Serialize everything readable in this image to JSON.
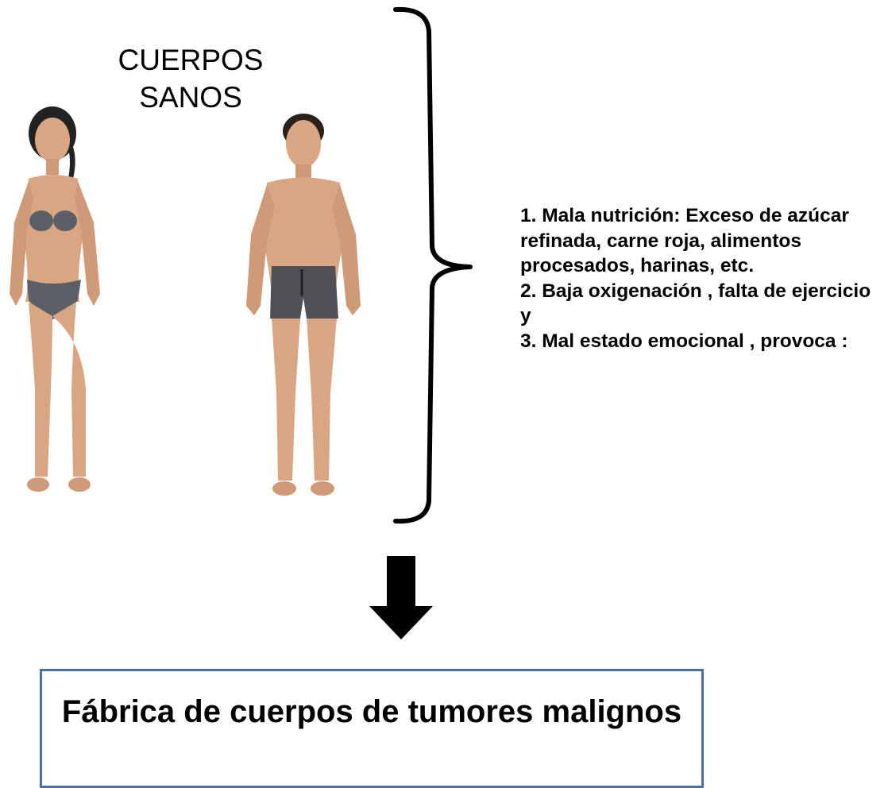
{
  "header": {
    "title": "CUERPOS\nSANOS"
  },
  "figures": [
    {
      "name": "woman-figure",
      "description": "female-body-illustration"
    },
    {
      "name": "man-figure",
      "description": "male-body-illustration"
    }
  ],
  "causes": {
    "lines": [
      "1. Mala nutrición: Exceso de azúcar refinada, carne roja, alimentos procesados, harinas, etc.",
      "2. Baja oxigenación , falta de ejercicio y",
      "3. Mal estado emocional , provoca :"
    ]
  },
  "result": {
    "text": "Fábrica de cuerpos de tumores malignos"
  },
  "colors": {
    "box_border": "#4a6fa5",
    "skin": "#d9a684",
    "garment": "#5c5f66"
  },
  "icons": {
    "arrow": "down-arrow-icon",
    "brace": "right-curly-brace"
  }
}
